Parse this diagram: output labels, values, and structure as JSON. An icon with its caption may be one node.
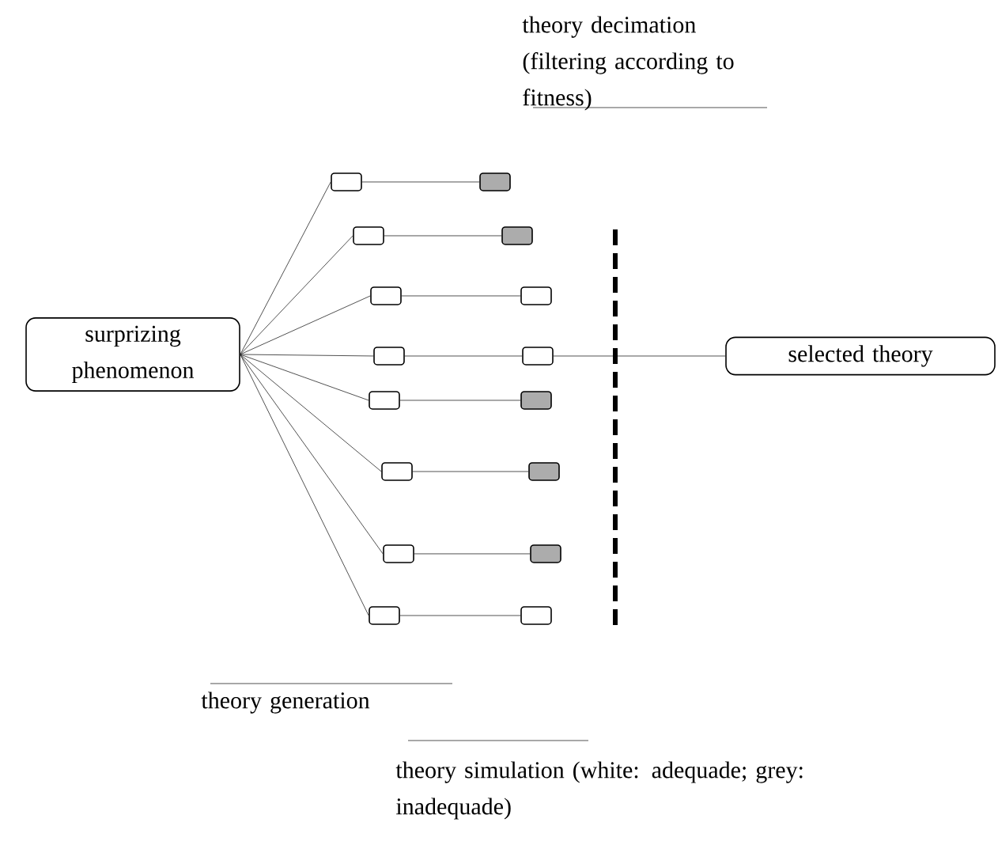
{
  "diagram": {
    "nodes": [
      {
        "text": [
          "surprizing phenomenon"
        ]
      },
      {
        "text": [],
        "shape": "box"
      },
      {
        "text": [],
        "shape": "box"
      },
      {
        "text": [],
        "shape": "box"
      },
      {
        "text": [],
        "shape": "box"
      },
      {
        "text": [],
        "shape": "box"
      },
      {
        "text": [],
        "shape": "box"
      },
      {
        "text": [],
        "shape": "box"
      },
      {
        "text": [],
        "shape": "box"
      },
      {
        "text": [],
        "shape": "box"
      },
      {
        "text": [],
        "shape": "box"
      },
      {
        "text": [],
        "shape": "box"
      },
      {
        "text": [],
        "shape": "box"
      },
      {
        "text": [],
        "shape": "box"
      },
      {
        "text": [],
        "shape": "box"
      },
      {
        "text": [],
        "shape": "box"
      },
      {
        "text": [],
        "shape": "box"
      },
      {
        "text": [
          "selected theory"
        ]
      }
    ],
    "edges": [
      {
        "from": 0,
        "to": 1,
        "arrow": "none"
      },
      {
        "from": 0,
        "to": 2,
        "arrow": "none"
      },
      {
        "from": 0,
        "to": 3,
        "arrow": "none"
      },
      {
        "from": 0,
        "to": 4,
        "arrow": "none"
      },
      {
        "from": 0,
        "to": 5,
        "arrow": "none"
      },
      {
        "from": 0,
        "to": 6,
        "arrow": "none"
      },
      {
        "from": 0,
        "to": 7,
        "arrow": "none"
      },
      {
        "from": 0,
        "to": 8,
        "arrow": "none"
      },
      {
        "from": 1,
        "to": 9,
        "arrow": "none"
      },
      {
        "from": 2,
        "to": 10,
        "arrow": "none"
      },
      {
        "from": 3,
        "to": 11,
        "arrow": "none"
      },
      {
        "from": 4,
        "to": 12,
        "arrow": "none"
      },
      {
        "from": 5,
        "to": 13,
        "arrow": "none"
      },
      {
        "from": 6,
        "to": 14,
        "arrow": "none"
      },
      {
        "from": 7,
        "to": 15,
        "arrow": "none"
      },
      {
        "from": 8,
        "to": 16,
        "arrow": "none"
      },
      {
        "from": 12,
        "to": 17,
        "arrow": "none"
      }
    ],
    "labels": [
      "theory decimation (filtering according to fitness)",
      "theory generation",
      "theory simulation (white: adequade; grey: inadequade)"
    ]
  }
}
